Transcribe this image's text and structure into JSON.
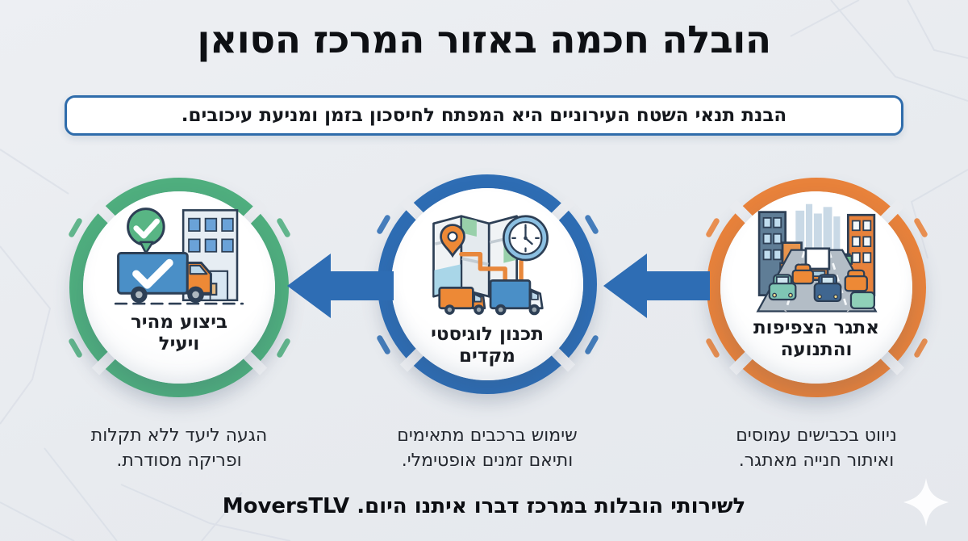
{
  "title": "הובלה חכמה באזור המרכז הסואן",
  "subtitle": "הבנת תנאי השטח העירוניים היא המפתח לחיסכון בזמן ומניעת עיכובים.",
  "steps": [
    {
      "name": "congestion-challenge",
      "label": "אתגר הצפיפות\nוהתנועה",
      "description": "ניווט בכבישים עמוסים\nואיתור חנייה מאתגר.",
      "ring_color": "#E8823B",
      "icon": "traffic-congestion-icon"
    },
    {
      "name": "logistics-planning",
      "label": "תכנון לוגיסטי\nמקדים",
      "description": "שימוש ברכבים מתאימים\nותיאם זמנים אופטימלי.",
      "ring_color": "#2E6DB4",
      "icon": "logistics-map-clock-icon"
    },
    {
      "name": "fast-execution",
      "label": "ביצוע מהיר\nויעיל",
      "description": "הגעה ליעד ללא תקלות\nופריקה מסודרת.",
      "ring_color": "#4FAE7E",
      "icon": "delivery-truck-check-icon"
    }
  ],
  "footer": "לשירותי הובלות במרכז דברו איתנו היום. MoversTLV",
  "colors": {
    "background": "#E9EBEF",
    "orange": "#E8823B",
    "blue": "#2E6DB4",
    "green": "#4FAE7E",
    "outline_navy": "#2D3F55",
    "subtitle_border": "#2F6CAB",
    "arrow": "#2E6DB4"
  }
}
